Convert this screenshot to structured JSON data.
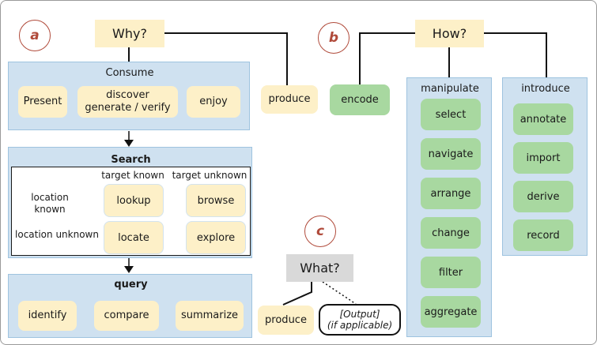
{
  "markers": {
    "a": "a",
    "b": "b",
    "c": "c"
  },
  "why": {
    "header": "Why?",
    "consume": {
      "label": "Consume",
      "items": [
        "Present",
        "discover\ngenerate / verify",
        "enjoy"
      ]
    },
    "produce": "produce",
    "search": {
      "label": "Search",
      "col_headers": [
        "target known",
        "target unknown"
      ],
      "row_headers": [
        "location\nknown",
        "location unknown"
      ],
      "cells": [
        "lookup",
        "browse",
        "locate",
        "explore"
      ]
    },
    "query": {
      "label": "query",
      "items": [
        "identify",
        "compare",
        "summarize"
      ]
    }
  },
  "how": {
    "header": "How?",
    "encode": "encode",
    "manipulate": {
      "label": "manipulate",
      "items": [
        "select",
        "navigate",
        "arrange",
        "change",
        "filter",
        "aggregate"
      ]
    },
    "introduce": {
      "label": "introduce",
      "items": [
        "annotate",
        "import",
        "derive",
        "record"
      ]
    }
  },
  "what": {
    "header": "What?",
    "produce": "produce",
    "output": "[Output]\n(if applicable)"
  },
  "colors": {
    "panel": "#cfe1f0",
    "yellow": "#fdf0c8",
    "green": "#a8d8a0",
    "marker": "#b04a3a"
  }
}
